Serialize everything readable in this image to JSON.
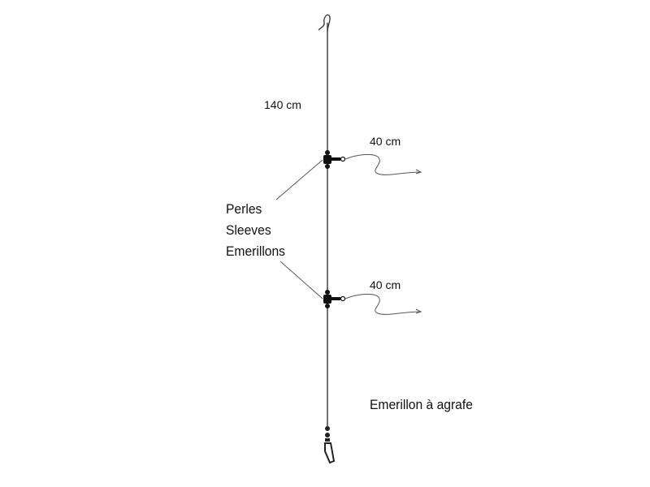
{
  "labels": {
    "main_length": "140 cm",
    "branch_top_length": "40 cm",
    "branch_bottom_length": "40 cm",
    "components": [
      "Perles",
      "Sleeves",
      "Emerillons"
    ],
    "snap_swivel": "Emerillon à agrafe"
  }
}
